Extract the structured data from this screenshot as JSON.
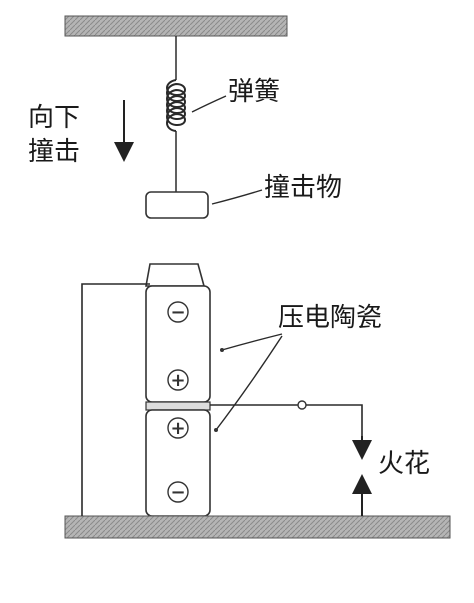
{
  "labels": {
    "spring": "弹簧",
    "striker": "撞击物",
    "strike_direction_line1": "向下",
    "strike_direction_line2": "撞击",
    "piezo_ceramic": "压电陶瓷",
    "spark": "火花"
  },
  "symbols": {
    "minus": "−",
    "plus": "+"
  }
}
